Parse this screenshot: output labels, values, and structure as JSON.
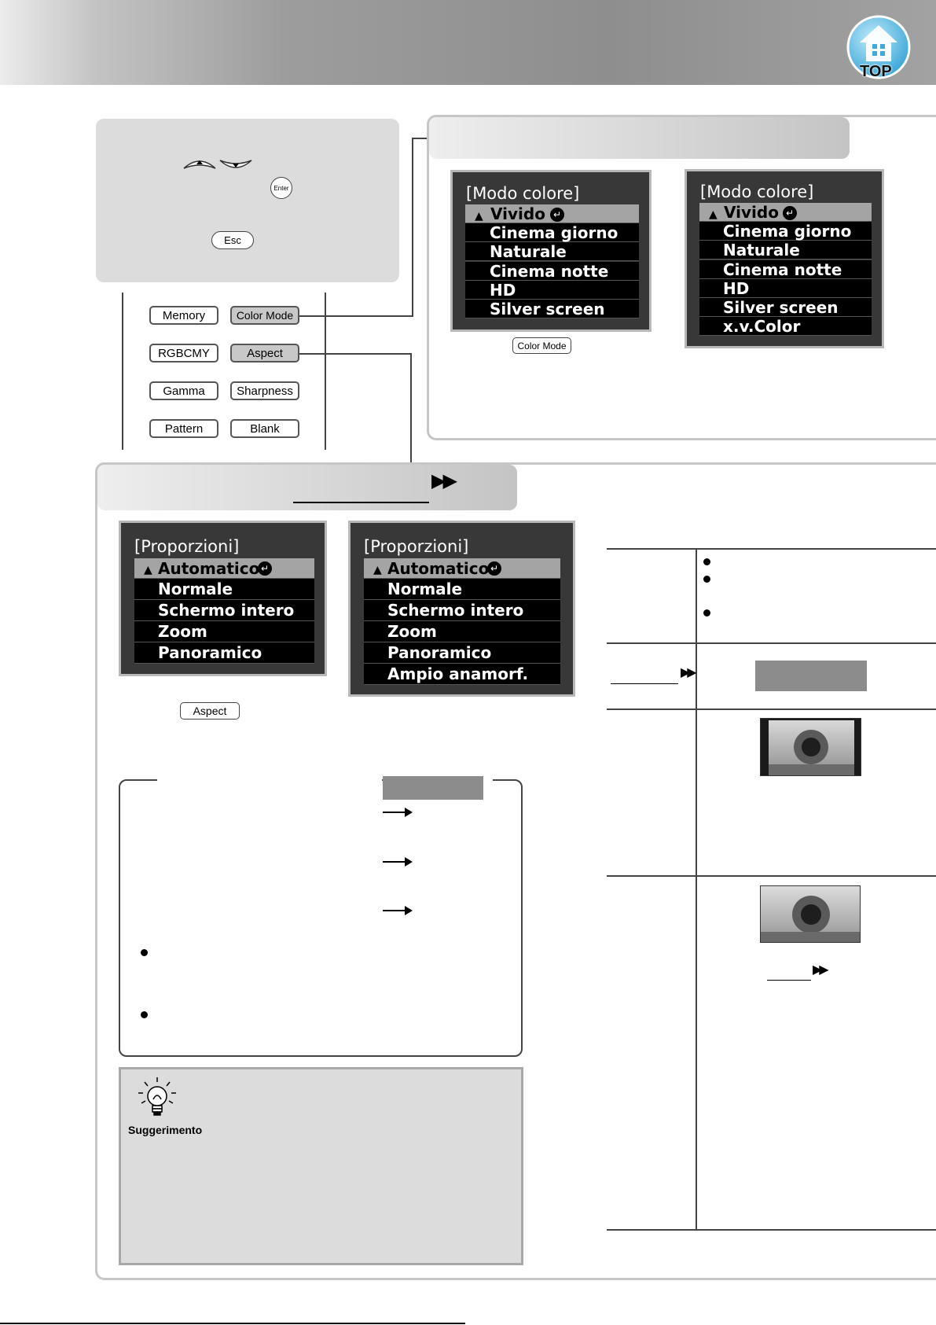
{
  "header": {
    "logo_label": "TOP"
  },
  "remote": {
    "enter_key": "Enter",
    "esc_key": "Esc",
    "buttons": [
      {
        "label": "Memory",
        "highlighted": false
      },
      {
        "label": "Color Mode",
        "highlighted": true
      },
      {
        "label": "RGBCMY",
        "highlighted": false
      },
      {
        "label": "Aspect",
        "highlighted": true
      },
      {
        "label": "Gamma",
        "highlighted": false
      },
      {
        "label": "Sharpness",
        "highlighted": false
      },
      {
        "label": "Pattern",
        "highlighted": false
      },
      {
        "label": "Blank",
        "highlighted": false
      }
    ]
  },
  "color_mode_menu_1": {
    "title": "[Modo colore]",
    "items": [
      "Vivido",
      "Cinema giorno",
      "Naturale",
      "Cinema notte",
      "HD",
      "Silver screen"
    ]
  },
  "color_mode_menu_2": {
    "title": "[Modo colore]",
    "items": [
      "Vivido",
      "Cinema giorno",
      "Naturale",
      "Cinema notte",
      "HD",
      "Silver screen",
      "x.v.Color"
    ]
  },
  "color_mode_key": "Color Mode",
  "aspect_menu_1": {
    "title": "[Proporzioni]",
    "items": [
      "Automatico",
      "Normale",
      "Schermo intero",
      "Zoom",
      "Panoramico"
    ]
  },
  "aspect_menu_2": {
    "title": "[Proporzioni]",
    "items": [
      "Automatico",
      "Normale",
      "Schermo intero",
      "Zoom",
      "Panoramico",
      "Ampio anamorf."
    ]
  },
  "aspect_key": "Aspect",
  "tip": {
    "label": "Suggerimento"
  },
  "colors": {
    "header_grey": "#9a9a9a",
    "panel_grey": "#dcdcdc",
    "menu_bg": "#383838",
    "menu_selected": "#a4a4a4"
  }
}
